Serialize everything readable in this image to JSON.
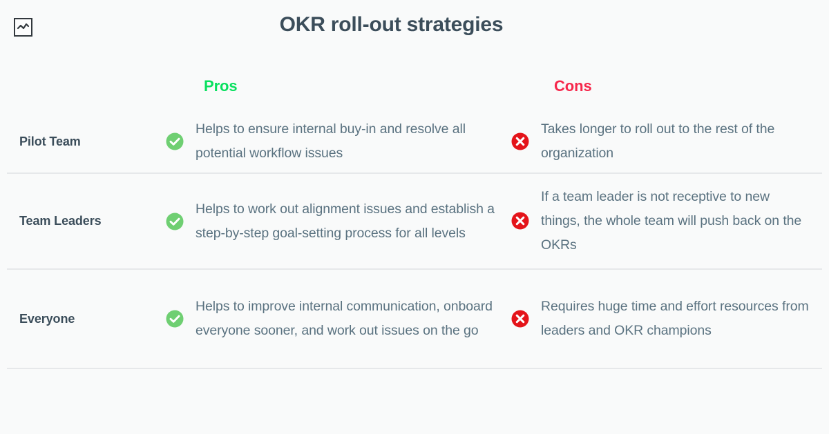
{
  "header": {
    "icon": "line-chart-icon",
    "title": "OKR roll-out strategies"
  },
  "table": {
    "columns": {
      "label": "",
      "pros": "Pros",
      "cons": "Cons"
    },
    "colors": {
      "pros": "#08e05e",
      "cons": "#f6274b",
      "title": "#3b4d5a",
      "body_text": "#5a7280",
      "divider": "#e6e8ea",
      "background": "#f9fafa",
      "check_icon": "#6fcf72",
      "cross_icon": "#e4141a"
    },
    "rows": [
      {
        "label": "Pilot Team",
        "pros_icon": "check-circle-icon",
        "pros": "Helps to ensure internal buy-in and resolve all potential workflow issues",
        "cons_icon": "cross-circle-icon",
        "cons": "Takes longer to roll out to the rest of the organization"
      },
      {
        "label": "Team Leaders",
        "pros_icon": "check-circle-icon",
        "pros": "Helps to work out alignment issues and establish a step-by-step goal-setting process for all levels",
        "cons_icon": "cross-circle-icon",
        "cons": "If a team leader is not receptive to new things, the whole team will push back on the OKRs"
      },
      {
        "label": "Everyone",
        "pros_icon": "check-circle-icon",
        "pros": "Helps to improve internal communication, onboard everyone sooner, and work out issues on the go",
        "cons_icon": "cross-circle-icon",
        "cons": "Requires huge time and effort resources from leaders and OKR champions"
      }
    ]
  }
}
